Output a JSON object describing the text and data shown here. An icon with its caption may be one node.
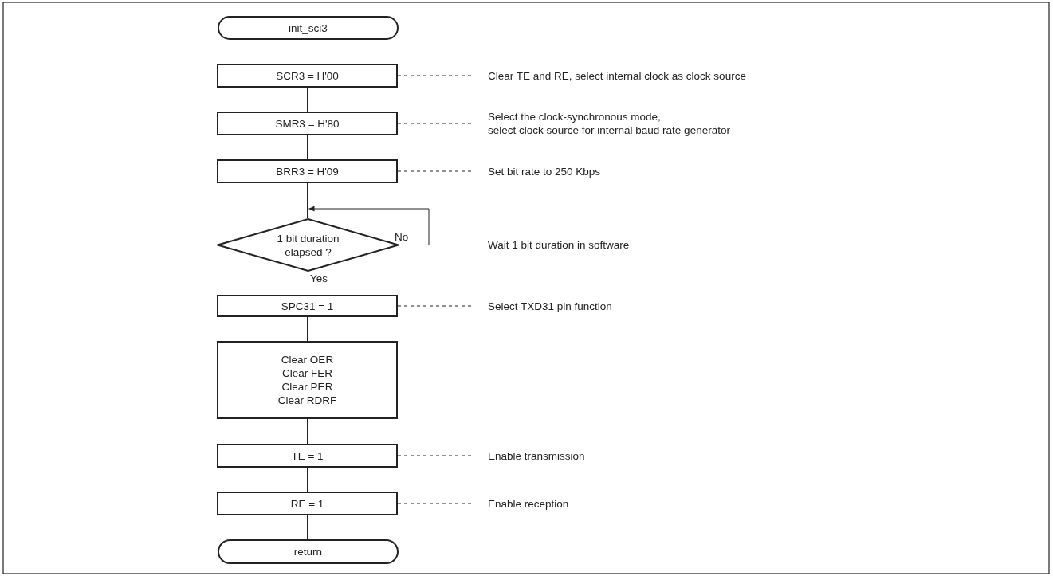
{
  "diagram": {
    "nodes": [
      {
        "text": [
          "init_sci3"
        ]
      },
      {
        "text": [
          "SCR3 = H'00"
        ]
      },
      {
        "text": [
          "SMR3 = H'80"
        ]
      },
      {
        "text": [
          "BRR3 = H'09"
        ]
      },
      {
        "text": [
          "1 bit duration elapsed ?"
        ]
      },
      {
        "text": [
          "SPC31 = 1"
        ]
      },
      {
        "text": [
          "Clear OER",
          "Clear FER",
          "Clear PER",
          "Clear RDRF"
        ]
      },
      {
        "text": [
          "TE = 1"
        ]
      },
      {
        "text": [
          "RE = 1"
        ]
      },
      {
        "text": [
          "return"
        ]
      },
      {
        "text": [
          "Clear TE and RE, select internal clock as clock source"
        ]
      },
      {
        "text": [
          "Select the clock-synchronous mode,",
          "select clock source for internal baud rate generator"
        ]
      },
      {
        "text": [
          "Set bit rate to 250 Kbps"
        ]
      },
      {
        "text": [
          "Wait 1 bit duration in software"
        ]
      },
      {
        "text": [
          "Select TXD31 pin function"
        ]
      },
      {
        "text": [
          "Enable transmission"
        ]
      },
      {
        "text": [
          "Enable reception"
        ]
      }
    ],
    "edges": [
      {
        "from": 0,
        "to": 1,
        "arrow": "none"
      },
      {
        "from": 1,
        "to": 2,
        "arrow": "none"
      },
      {
        "from": 2,
        "to": 3,
        "arrow": "none"
      },
      {
        "from": 3,
        "to": 4,
        "arrow": "none"
      },
      {
        "from": 4,
        "to": 4,
        "arrow": "to",
        "label": "No"
      },
      {
        "from": 4,
        "to": 5,
        "arrow": "none",
        "label": "Yes"
      },
      {
        "from": 5,
        "to": 6,
        "arrow": "none"
      },
      {
        "from": 6,
        "to": 7,
        "arrow": "none"
      },
      {
        "from": 7,
        "to": 8,
        "arrow": "none"
      },
      {
        "from": 8,
        "to": 9,
        "arrow": "none"
      },
      {
        "from": 1,
        "to": 10,
        "arrow": "none",
        "style": "dashed"
      },
      {
        "from": 2,
        "to": 11,
        "arrow": "none",
        "style": "dashed"
      },
      {
        "from": 3,
        "to": 12,
        "arrow": "none",
        "style": "dashed"
      },
      {
        "from": 4,
        "to": 13,
        "arrow": "none",
        "style": "dashed"
      },
      {
        "from": 5,
        "to": 14,
        "arrow": "none",
        "style": "dashed"
      },
      {
        "from": 7,
        "to": 15,
        "arrow": "none",
        "style": "dashed"
      },
      {
        "from": 8,
        "to": 16,
        "arrow": "none",
        "style": "dashed"
      }
    ]
  }
}
